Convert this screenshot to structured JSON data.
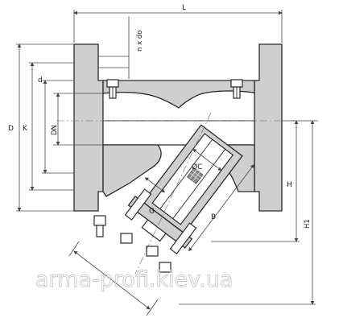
{
  "diagram": {
    "labels": {
      "L": "L",
      "n_x_do": "n x do",
      "D": "D",
      "K": "K",
      "d": "d",
      "DN": "DN",
      "C": "ØC",
      "G": "G",
      "B": "B",
      "H": "H",
      "H1": "H1"
    },
    "watermark": "arma-profi.kiev.ua"
  },
  "colors": {
    "body_fill": "#cfcfcf",
    "outline": "#2a2a2a",
    "dimension_line": "#444444",
    "watermark": "#c9c9c9"
  }
}
